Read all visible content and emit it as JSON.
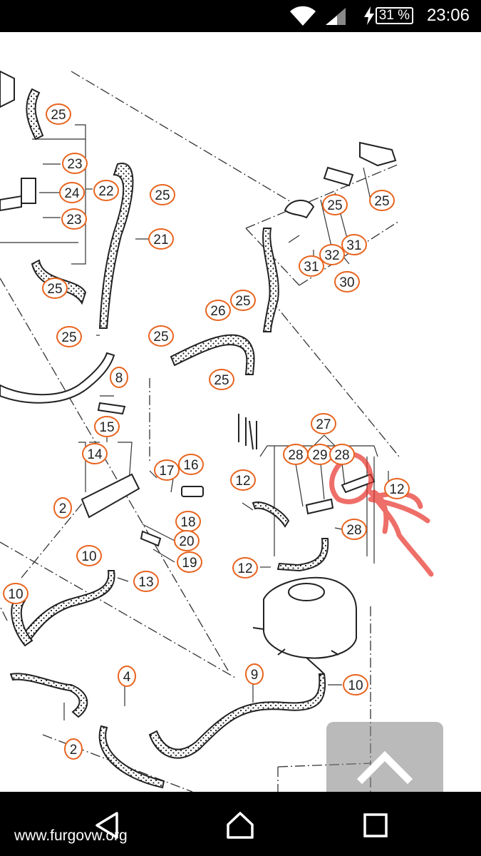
{
  "status_bar": {
    "battery": "31 %",
    "time": "23:06"
  },
  "diagram": {
    "callouts": [
      {
        "id": "c25a",
        "label": "25"
      },
      {
        "id": "c23a",
        "label": "23"
      },
      {
        "id": "c24",
        "label": "24"
      },
      {
        "id": "c22",
        "label": "22"
      },
      {
        "id": "c23b",
        "label": "23"
      },
      {
        "id": "c25b",
        "label": "25"
      },
      {
        "id": "c21",
        "label": "21"
      },
      {
        "id": "c25c",
        "label": "25"
      },
      {
        "id": "c25d",
        "label": "25"
      },
      {
        "id": "c25e",
        "label": "25"
      },
      {
        "id": "c8",
        "label": "8"
      },
      {
        "id": "c15",
        "label": "15"
      },
      {
        "id": "c14",
        "label": "14"
      },
      {
        "id": "c17",
        "label": "17"
      },
      {
        "id": "c16",
        "label": "16"
      },
      {
        "id": "c18",
        "label": "18"
      },
      {
        "id": "c20",
        "label": "20"
      },
      {
        "id": "c19",
        "label": "19"
      },
      {
        "id": "c2a",
        "label": "2"
      },
      {
        "id": "c10a",
        "label": "10"
      },
      {
        "id": "c13",
        "label": "13"
      },
      {
        "id": "c10b",
        "label": "10"
      },
      {
        "id": "c4",
        "label": "4"
      },
      {
        "id": "c2b",
        "label": "2"
      },
      {
        "id": "c9",
        "label": "9"
      },
      {
        "id": "c10c",
        "label": "10"
      },
      {
        "id": "c26",
        "label": "26"
      },
      {
        "id": "c25f",
        "label": "25"
      },
      {
        "id": "c25g",
        "label": "25"
      },
      {
        "id": "c25h",
        "label": "25"
      },
      {
        "id": "c25i",
        "label": "25"
      },
      {
        "id": "c31a",
        "label": "31"
      },
      {
        "id": "c32",
        "label": "32"
      },
      {
        "id": "c31b",
        "label": "31"
      },
      {
        "id": "c30",
        "label": "30"
      },
      {
        "id": "c27",
        "label": "27"
      },
      {
        "id": "c28a",
        "label": "28"
      },
      {
        "id": "c29",
        "label": "29"
      },
      {
        "id": "c28b",
        "label": "28"
      },
      {
        "id": "c12a",
        "label": "12"
      },
      {
        "id": "c12b",
        "label": "12"
      },
      {
        "id": "c28c",
        "label": "28"
      },
      {
        "id": "c12c",
        "label": "12"
      }
    ],
    "highlight_color": "#e8322a",
    "callout_border_color": "#e8641e"
  },
  "watermark": "www.furgovw.org",
  "nav": {
    "back": "back-icon",
    "home": "home-icon",
    "recents": "recents-icon"
  }
}
